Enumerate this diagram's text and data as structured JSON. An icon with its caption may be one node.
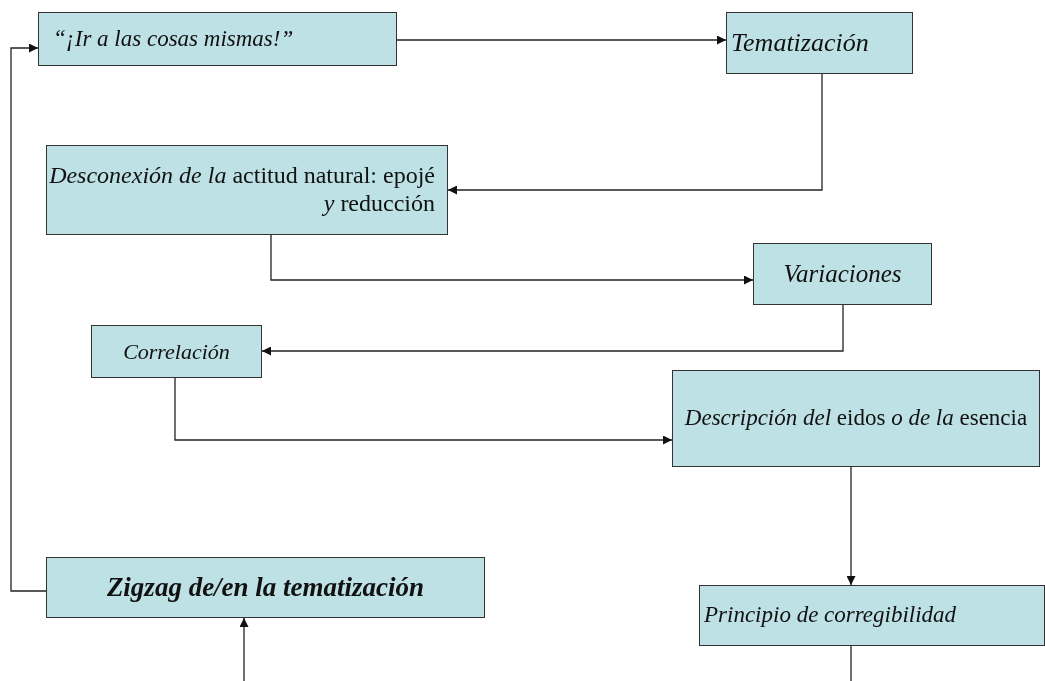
{
  "diagram": {
    "nodes": [
      {
        "text": [
          "“¡Ir a las cosas mismas!”"
        ]
      },
      {
        "text": [
          "Tematización"
        ]
      },
      {
        "text": [
          "*Desconexión de la* actitud natural: epojé *y* reducción"
        ]
      },
      {
        "text": [
          "Variaciones"
        ]
      },
      {
        "text": [
          "Correlación"
        ]
      },
      {
        "text": [
          "*Descripción del* eidos *o de la* esencia"
        ]
      },
      {
        "text": [
          "Zigzag de/en la tematización"
        ]
      },
      {
        "text": [
          "Principio de corregibilidad"
        ]
      }
    ],
    "edges": [
      {
        "from": 0,
        "to": 1,
        "arrow": "to"
      },
      {
        "from": 1,
        "to": 2,
        "arrow": "to"
      },
      {
        "from": 2,
        "to": 3,
        "arrow": "to"
      },
      {
        "from": 3,
        "to": 4,
        "arrow": "to"
      },
      {
        "from": 4,
        "to": 5,
        "arrow": "to"
      },
      {
        "from": 5,
        "to": 7,
        "arrow": "to"
      },
      {
        "from": 6,
        "to": 0,
        "arrow": "to"
      },
      {
        "from": null,
        "to": 6,
        "arrow": "to"
      },
      {
        "from": 7,
        "to": null,
        "arrow": "none"
      }
    ]
  }
}
